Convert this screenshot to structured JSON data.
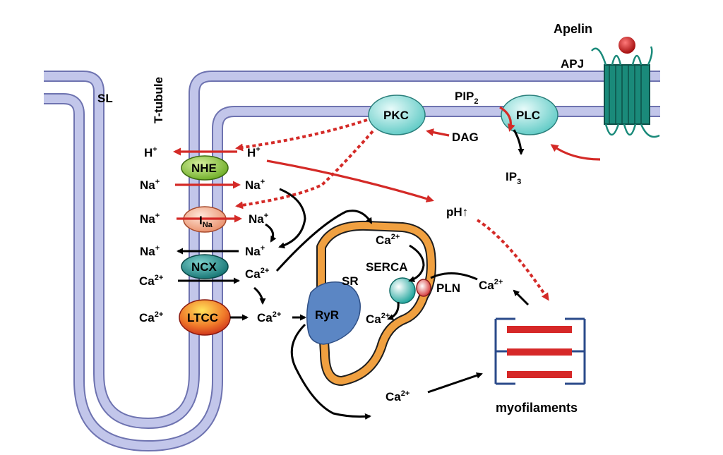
{
  "labels": {
    "apelin": "Apelin",
    "apj": "APJ",
    "sl": "SL",
    "ttubule": "T-tubule",
    "pkc": "PKC",
    "plc": "PLC",
    "pip_main": "PIP",
    "pip_sub": "2",
    "dag": "DAG",
    "ip_main": "IP",
    "ip_sub": "3",
    "nhe": "NHE",
    "ina_main": "I",
    "ina_sub": "Na",
    "ncx": "NCX",
    "ltcc": "LTCC",
    "ryr": "RyR",
    "sr": "SR",
    "serca": "SERCA",
    "pln": "PLN",
    "ph": "pH↑",
    "myofilaments": "myofilaments",
    "h": "H",
    "h_sup": "+",
    "na": "Na",
    "na_sup": "+",
    "ca": "Ca",
    "ca_sup": "2+"
  },
  "colors": {
    "membrane": "#c2c6ea",
    "membrane_edge": "#6e73b0",
    "red_arrow": "#d42a27",
    "pkc_plc_fill": "#8fe0dc",
    "nhe_fill": "#8ccc3c",
    "ina_fill": "#f5a88a",
    "ncx_fill": "#1f8a8a",
    "ltcc_fill": "#e8502a",
    "ryr_fill": "#5b86c4",
    "sr_membrane": "#f0a040",
    "myofilament_frame": "#2a4a8a",
    "myofilament_bar": "#d62828",
    "apj_receptor": "#1a8a7a",
    "apelin_ball": "#cc1111"
  }
}
